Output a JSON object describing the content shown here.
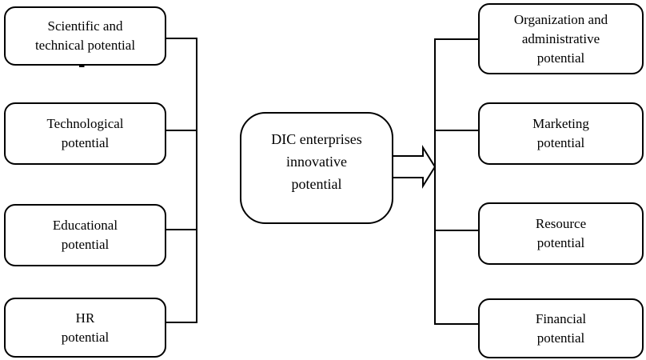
{
  "colors": {
    "line": "#000000",
    "background": "#ffffff",
    "text": "#000000"
  },
  "diagram": {
    "center_node": {
      "id": "dic-enterprises-innovative-potential",
      "label": "DIC enterprises\ninnovative\npotential"
    },
    "left_nodes": [
      {
        "id": "scientific-technical-potential",
        "label": "Scientific and\ntechnical potential"
      },
      {
        "id": "technological-potential",
        "label": "Technological\npotential"
      },
      {
        "id": "educational-potential",
        "label": "Educational\npotential"
      },
      {
        "id": "hr-potential",
        "label": "HR\npotential"
      }
    ],
    "right_nodes": [
      {
        "id": "organization-administrative-potential",
        "label": "Organization and\nadministrative\npotential"
      },
      {
        "id": "marketing-potential",
        "label": "Marketing\npotential"
      },
      {
        "id": "resource-potential",
        "label": "Resource\npotential"
      },
      {
        "id": "financial-potential",
        "label": "Financial\npotential"
      }
    ],
    "connector_icon": "block-arrow-right-icon"
  }
}
